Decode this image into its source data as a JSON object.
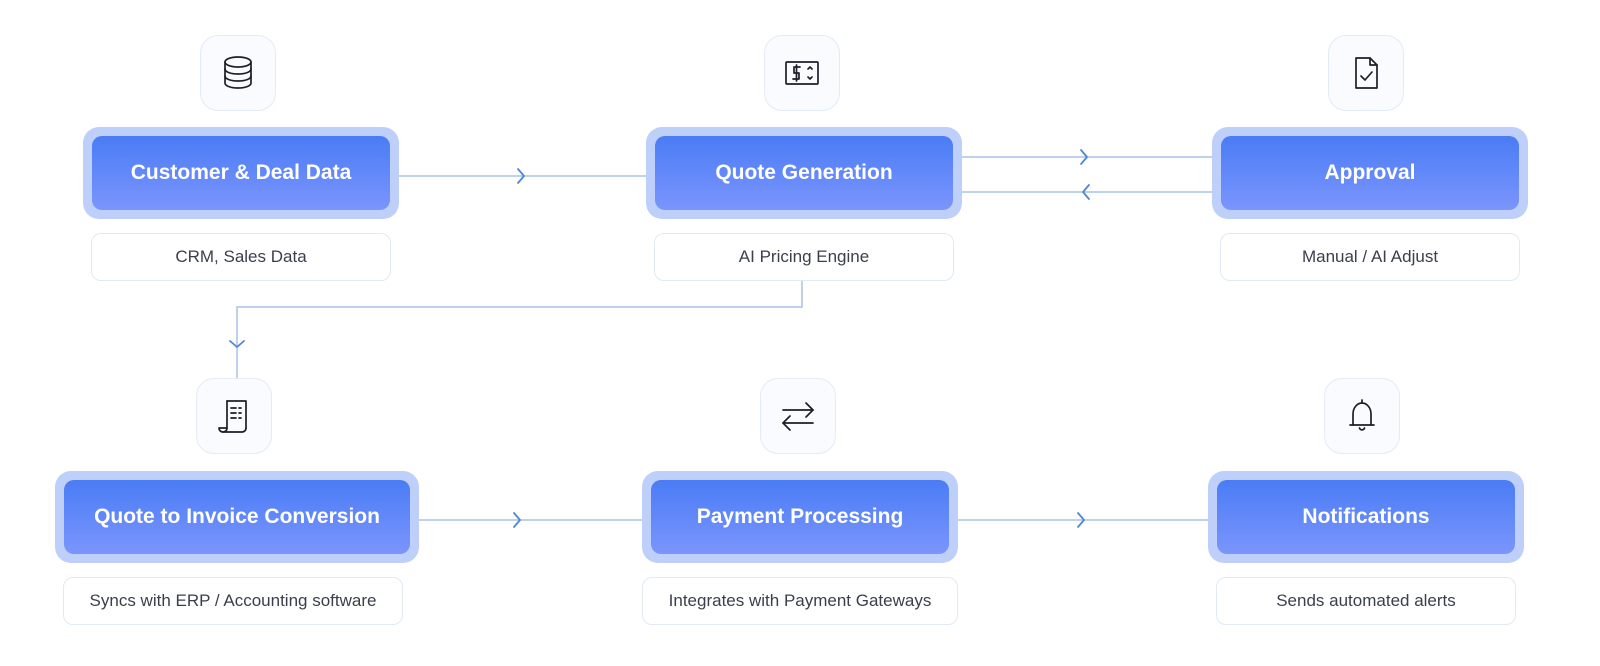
{
  "colors": {
    "connector": "#a9c4e6",
    "arrow": "#4f86d6",
    "node_halo": "#bed0fa",
    "node_top": "#4a7cf5",
    "node_bottom": "#7b95fc",
    "icon_stroke": "#1b1f29"
  },
  "nodes": [
    {
      "id": "customer-deal-data",
      "title": "Customer & Deal Data",
      "caption": "CRM, Sales Data",
      "icon": "database-icon"
    },
    {
      "id": "quote-generation",
      "title": "Quote Generation",
      "caption": "AI Pricing Engine",
      "icon": "dollar-tag-icon"
    },
    {
      "id": "approval",
      "title": "Approval",
      "caption": "Manual / AI Adjust",
      "icon": "document-check-icon"
    },
    {
      "id": "quote-to-invoice",
      "title": "Quote to Invoice Conversion",
      "caption": "Syncs with ERP / Accounting software",
      "icon": "receipt-icon"
    },
    {
      "id": "payment-processing",
      "title": "Payment Processing",
      "caption": "Integrates with Payment Gateways",
      "icon": "transfer-arrows-icon"
    },
    {
      "id": "notifications",
      "title": "Notifications",
      "caption": "Sends automated alerts",
      "icon": "bell-icon"
    }
  ],
  "edges": [
    {
      "from": "customer-deal-data",
      "to": "quote-generation"
    },
    {
      "from": "quote-generation",
      "to": "approval"
    },
    {
      "from": "approval",
      "to": "quote-generation"
    },
    {
      "from": "quote-generation",
      "to": "quote-to-invoice"
    },
    {
      "from": "quote-to-invoice",
      "to": "payment-processing"
    },
    {
      "from": "payment-processing",
      "to": "notifications"
    }
  ]
}
